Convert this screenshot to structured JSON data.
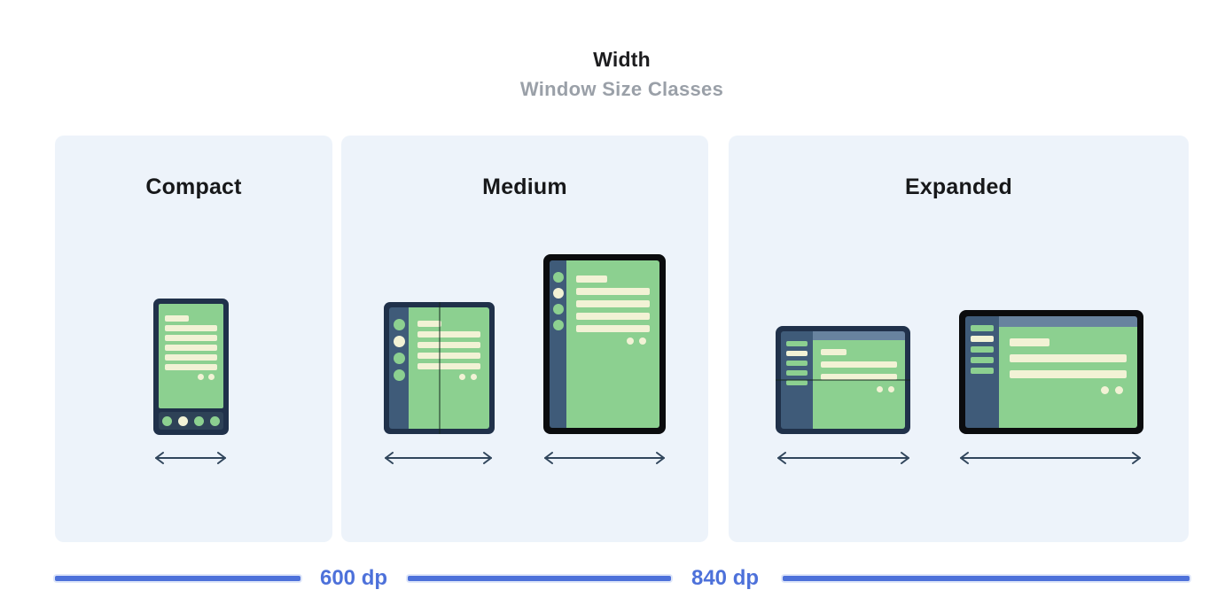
{
  "title": {
    "main": "Width",
    "subtitle": "Window Size Classes"
  },
  "panels": [
    {
      "id": "compact",
      "label": "Compact",
      "devices": [
        "phone-illustration"
      ]
    },
    {
      "id": "medium",
      "label": "Medium",
      "devices": [
        "foldable-portrait-illustration",
        "tablet-portrait-illustration"
      ]
    },
    {
      "id": "expanded",
      "label": "Expanded",
      "devices": [
        "foldable-landscape-illustration",
        "tablet-landscape-illustration"
      ]
    }
  ],
  "scale": {
    "labels": [
      "600 dp",
      "840 dp"
    ]
  },
  "icons": [
    "width-arrow-icon"
  ],
  "colors": {
    "accent-blue": "#4d71da",
    "panel-bg": "#edf3fa",
    "screen-green": "#8cd090",
    "frame-navy": "#20314a",
    "frame-black": "#0b0c0e",
    "rail-navy": "#3f5b79",
    "navbar-navy": "#2e4257",
    "cream": "#f2f2d5",
    "header-bluegray": "#68839f",
    "arrow-navy": "#31465c",
    "title-dark": "#1d1d1f",
    "subtitle-gray": "#9aa0a8"
  }
}
